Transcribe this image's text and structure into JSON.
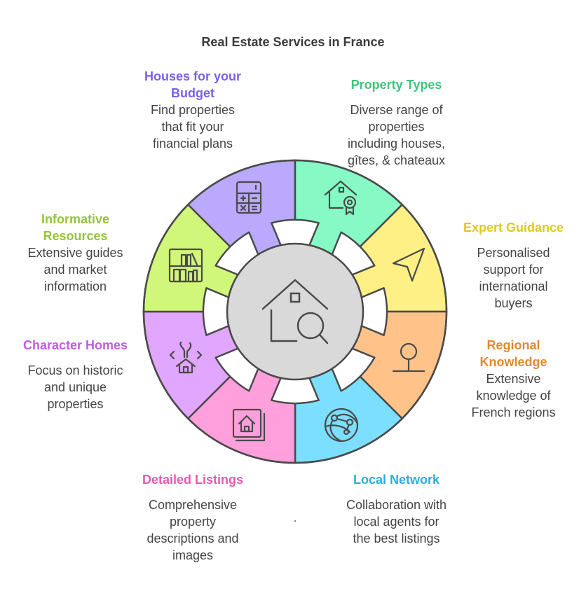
{
  "title": "Real Estate Services in France",
  "center": {
    "icon": "house-search-icon"
  },
  "segments": [
    {
      "key": "budget",
      "title": "Houses for your Budget",
      "title_lines": [
        "Houses for your",
        "Budget"
      ],
      "description_lines": [
        "Find properties",
        "that fit your",
        "financial plans"
      ],
      "icon": "calculator-icon",
      "fill": "#BBA9FD",
      "text_color": "#7B61E8"
    },
    {
      "key": "types",
      "title": "Property Types",
      "title_lines": [
        "Property Types"
      ],
      "description_lines": [
        "Diverse range of",
        "properties",
        "including houses,",
        "gîtes, & chateaux"
      ],
      "icon": "house-award-icon",
      "fill": "#86F9C4",
      "text_color": "#3CC57E"
    },
    {
      "key": "guidance",
      "title": "Expert Guidance",
      "title_lines": [
        "Expert Guidance"
      ],
      "description_lines": [
        "Personalised",
        "support for",
        "international",
        "buyers"
      ],
      "icon": "navigation-arrow-icon",
      "fill": "#FFF085",
      "text_color": "#E0C920"
    },
    {
      "key": "regional",
      "title": "Regional Knowledge",
      "title_lines": [
        "Regional",
        "Knowledge"
      ],
      "description_lines": [
        "Extensive",
        "knowledge of",
        "French regions"
      ],
      "icon": "location-pin-icon",
      "fill": "#FFC38A",
      "text_color": "#E08A30"
    },
    {
      "key": "network",
      "title": "Local Network",
      "title_lines": [
        "Local Network"
      ],
      "description_lines": [
        "Collaboration with",
        "local agents for",
        "the best listings"
      ],
      "icon": "globe-network-icon",
      "fill": "#7CDFFF",
      "text_color": "#28AEDD"
    },
    {
      "key": "listings",
      "title": "Detailed Listings",
      "title_lines": [
        "Detailed Listings"
      ],
      "description_lines": [
        "Comprehensive",
        "property",
        "descriptions and",
        "images"
      ],
      "icon": "house-photos-icon",
      "fill": "#FFA0DC",
      "text_color": "#E05BB4"
    },
    {
      "key": "character",
      "title": "Character Homes",
      "title_lines": [
        "Character Homes"
      ],
      "description_lines": [
        "Focus on historic",
        "and unique",
        "properties"
      ],
      "icon": "house-chimney-icon",
      "fill": "#E1A6FD",
      "text_color": "#C25CE0"
    },
    {
      "key": "resources",
      "title": "Informative Resources",
      "title_lines": [
        "Informative",
        "Resources"
      ],
      "description_lines": [
        "Extensive guides",
        "and market",
        "information"
      ],
      "icon": "bookshelf-icon",
      "fill": "#D1F77A",
      "text_color": "#95C43A"
    }
  ]
}
